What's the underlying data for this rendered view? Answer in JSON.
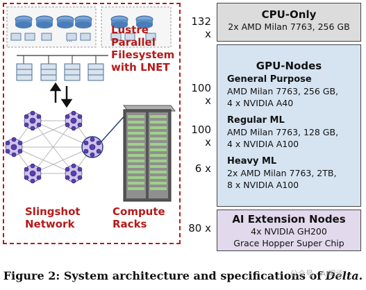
{
  "left": {
    "filesystem_label": "Lustre\nParallel\nFilesystem\nwith LNET",
    "network_label": "Slingshot\nNetwork",
    "racks_label": "Compute\nRacks",
    "switch_ellipsis": "..."
  },
  "nodes": [
    {
      "count": "132 x",
      "title": "CPU-Only",
      "lines": [
        "2x AMD Milan 7763, 256 GB"
      ]
    },
    {
      "count": "100 x",
      "sub": "General Purpose",
      "lines": [
        "AMD Milan 7763, 256 GB,",
        "4 x NVIDIA A40"
      ]
    },
    {
      "count": "100 x",
      "sub": "Regular ML",
      "lines": [
        "AMD Milan 7763, 128 GB,",
        "4 x NVIDIA A100"
      ]
    },
    {
      "count": "6 x",
      "sub": "Heavy ML",
      "lines": [
        "2x AMD Milan 7763, 2TB,",
        "8 x NVIDIA A100"
      ]
    },
    {
      "count": "80 x",
      "title": "AI Extension Nodes",
      "lines": [
        "4x NVIDIA GH200",
        "Grace Hopper Super Chip"
      ]
    }
  ],
  "gpu_group_title": "GPU-Nodes",
  "caption": {
    "prefix": "Figure 2:",
    "text": "System architecture and specifications of",
    "name": "Delta",
    "suffix": "."
  },
  "watermark": "公众号 · AI闲谈",
  "colors": {
    "red": "#b51a1a",
    "cpu_box": "#dcdcdc",
    "gpu_box": "#d6e4f2",
    "ai_box": "#e2d9ec",
    "node_purple": "#5a3fb0",
    "switch_blue": "#7aa7d8"
  }
}
